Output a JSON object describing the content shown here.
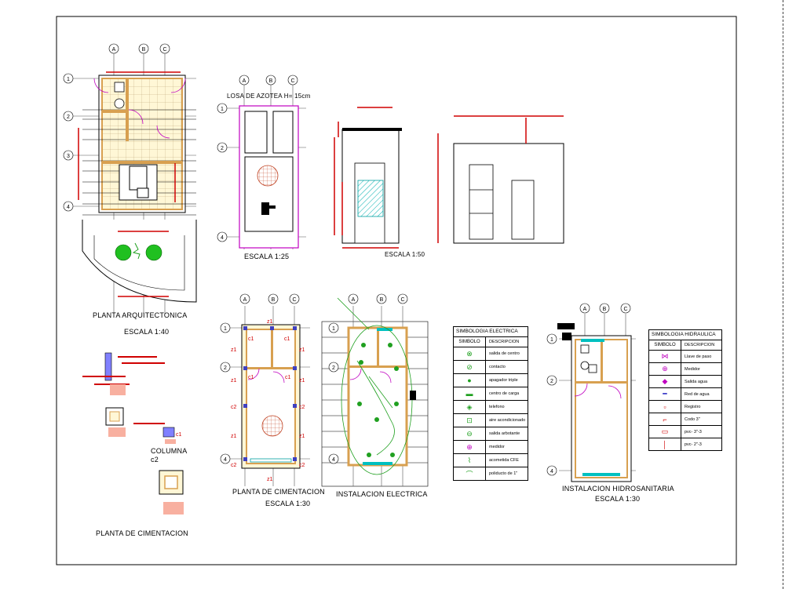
{
  "labels": {
    "planta_arq": "PLANTA ARQUITECTONICA",
    "escala_140": "ESCALA 1:40",
    "losa_azotea": "LOSA DE AZOTEA H= 15cm",
    "escala_125": "ESCALA 1:25",
    "escala_150": "ESCALA 1:50",
    "columna": "COLUMNA",
    "c2": "c2",
    "planta_cim_left": "PLANTA DE CIMENTACION",
    "planta_cim": "PLANTA DE CIMENTACION",
    "escala_130_a": "ESCALA 1:30",
    "inst_electrica": "INSTALACION ELECTRICA",
    "inst_hidro": "INSTALACION HIDROSANITARIA",
    "escala_130_b": "ESCALA 1:30"
  },
  "axes": {
    "a": "A",
    "b": "B",
    "c": "C",
    "n1": "1",
    "n2": "2",
    "n3": "3",
    "n4": "4"
  },
  "foundation_marks": {
    "z1": "z1",
    "c1": "c1",
    "c2": "c2"
  },
  "elec_table": {
    "title": "SIMBOLOGIA ELECTRICA",
    "col1": "SIMBOLO",
    "col2": "DESCRIPCION",
    "rows": [
      {
        "icon": "ceiling-outlet-icon",
        "desc": "salida de centro"
      },
      {
        "icon": "outlet-icon",
        "desc": "contacto"
      },
      {
        "icon": "triple-switch-icon",
        "desc": "apagador triple"
      },
      {
        "icon": "load-center-icon",
        "desc": "centro de carga"
      },
      {
        "icon": "phone-icon",
        "desc": "telefono"
      },
      {
        "icon": "ac-icon",
        "desc": "aire acondicionado"
      },
      {
        "icon": "wall-outlet-icon",
        "desc": "salida arbotante"
      },
      {
        "icon": "meter-icon",
        "desc": "medidor"
      },
      {
        "icon": "cfe-icon",
        "desc": "acometida CFE"
      },
      {
        "icon": "conduit-icon",
        "desc": "poliducto de 1\""
      }
    ]
  },
  "hydro_table": {
    "title": "SIMBOLOGIA HIDRAULICA",
    "col1": "SIMBOLO",
    "col2": "DESCRIPCION",
    "rows": [
      {
        "icon": "gate-valve-icon",
        "desc": "Llave de paso"
      },
      {
        "icon": "meter-icon",
        "desc": "Medidor"
      },
      {
        "icon": "water-outlet-icon",
        "desc": "Salida agua"
      },
      {
        "icon": "water-line-icon",
        "desc": "Red de agua"
      },
      {
        "icon": "register-icon",
        "desc": "Registro"
      },
      {
        "icon": "elbow-icon",
        "desc": "Codo 3\""
      },
      {
        "icon": "pvc3-icon",
        "desc": "pvc- 3\"-3"
      },
      {
        "icon": "pvc2-icon",
        "desc": "pvc- 2\"-3"
      }
    ]
  }
}
